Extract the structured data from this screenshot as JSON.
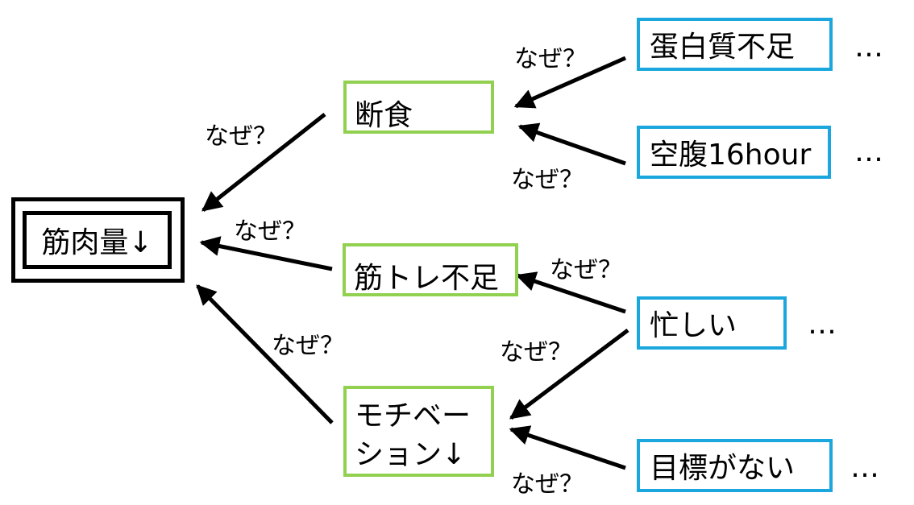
{
  "root": {
    "label": "筋肉量↓"
  },
  "causes": [
    {
      "id": "fasting",
      "label": "断食"
    },
    {
      "id": "lack-training",
      "label": "筋トレ不足"
    },
    {
      "id": "motivation",
      "label_line1": "モチベー",
      "label_line2": "ション↓"
    }
  ],
  "roots": [
    {
      "id": "protein",
      "label": "蛋白質不足"
    },
    {
      "id": "hunger",
      "label": "空腹16hour"
    },
    {
      "id": "busy",
      "label": "忙しい"
    },
    {
      "id": "no-goal",
      "label": "目標がない"
    }
  ],
  "question": "なぜ？",
  "ellipsis": "…",
  "colors": {
    "cause_border": "#92d050",
    "root_border": "#1ba6dd",
    "root_node_border": "#000000"
  }
}
